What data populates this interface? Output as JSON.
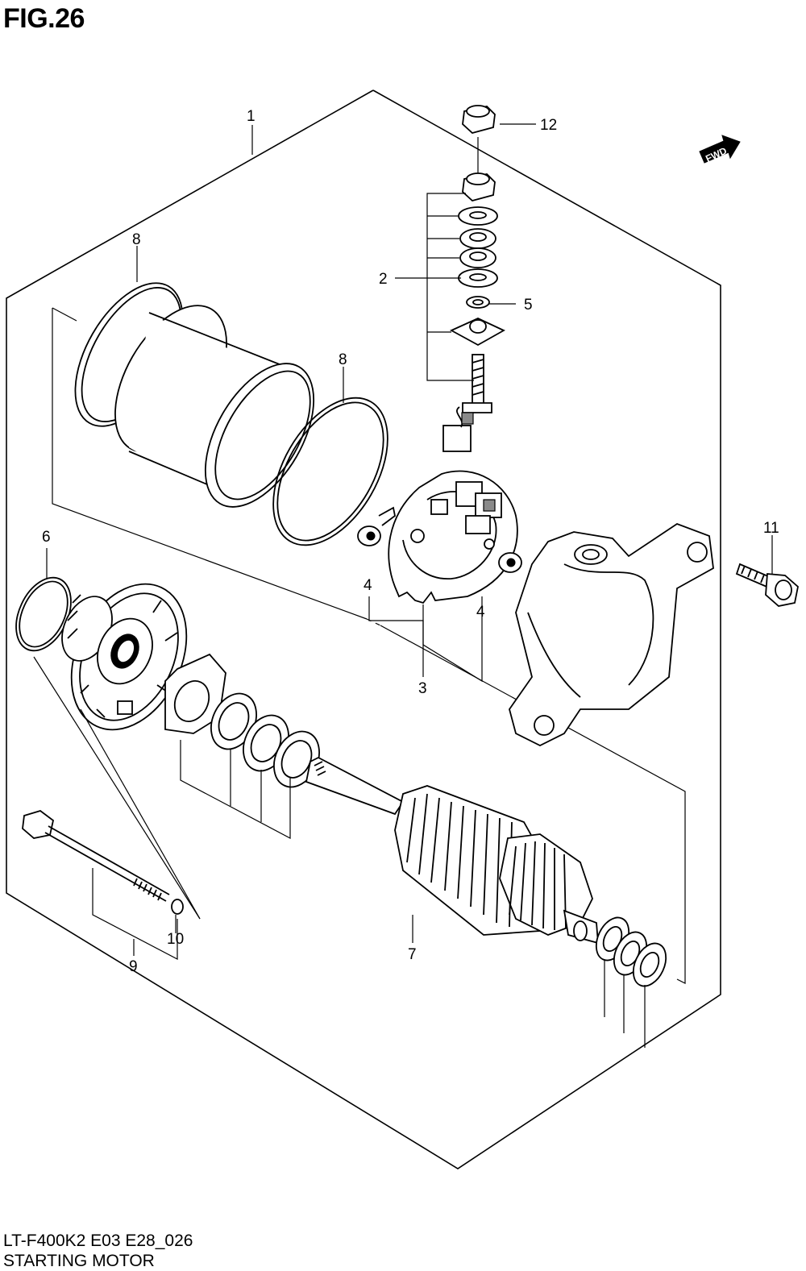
{
  "figure": {
    "title": "FIG.26",
    "code": "LT-F400K2 E03 E28_026",
    "name": "STARTING MOTOR",
    "direction_badge": "FWD"
  },
  "callouts": [
    {
      "id": "c1",
      "label": "1"
    },
    {
      "id": "c2",
      "label": "2"
    },
    {
      "id": "c3",
      "label": "3"
    },
    {
      "id": "c4a",
      "label": "4"
    },
    {
      "id": "c4b",
      "label": "4"
    },
    {
      "id": "c5",
      "label": "5"
    },
    {
      "id": "c6",
      "label": "6"
    },
    {
      "id": "c7",
      "label": "7"
    },
    {
      "id": "c8a",
      "label": "8"
    },
    {
      "id": "c8b",
      "label": "8"
    },
    {
      "id": "c9",
      "label": "9"
    },
    {
      "id": "c10",
      "label": "10"
    },
    {
      "id": "c11",
      "label": "11"
    },
    {
      "id": "c12",
      "label": "12"
    }
  ]
}
